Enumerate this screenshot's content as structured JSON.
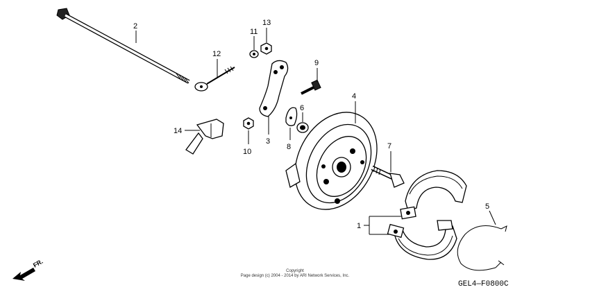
{
  "callouts": [
    {
      "id": "p1",
      "label": "1"
    },
    {
      "id": "p2",
      "label": "2"
    },
    {
      "id": "p3",
      "label": "3"
    },
    {
      "id": "p4",
      "label": "4"
    },
    {
      "id": "p5",
      "label": "5"
    },
    {
      "id": "p6",
      "label": "6"
    },
    {
      "id": "p7",
      "label": "7"
    },
    {
      "id": "p8",
      "label": "8"
    },
    {
      "id": "p9",
      "label": "9"
    },
    {
      "id": "p10",
      "label": "10"
    },
    {
      "id": "p11",
      "label": "11"
    },
    {
      "id": "p12",
      "label": "12"
    },
    {
      "id": "p13",
      "label": "13"
    },
    {
      "id": "p14",
      "label": "14"
    }
  ],
  "direction_arrow": {
    "label": "FR."
  },
  "copyright": {
    "line1": "Copyright",
    "line2": "Page design (c) 2004 - 2014 by ARI Network Services, Inc."
  },
  "diagram_code": "GEL4—F0800C"
}
